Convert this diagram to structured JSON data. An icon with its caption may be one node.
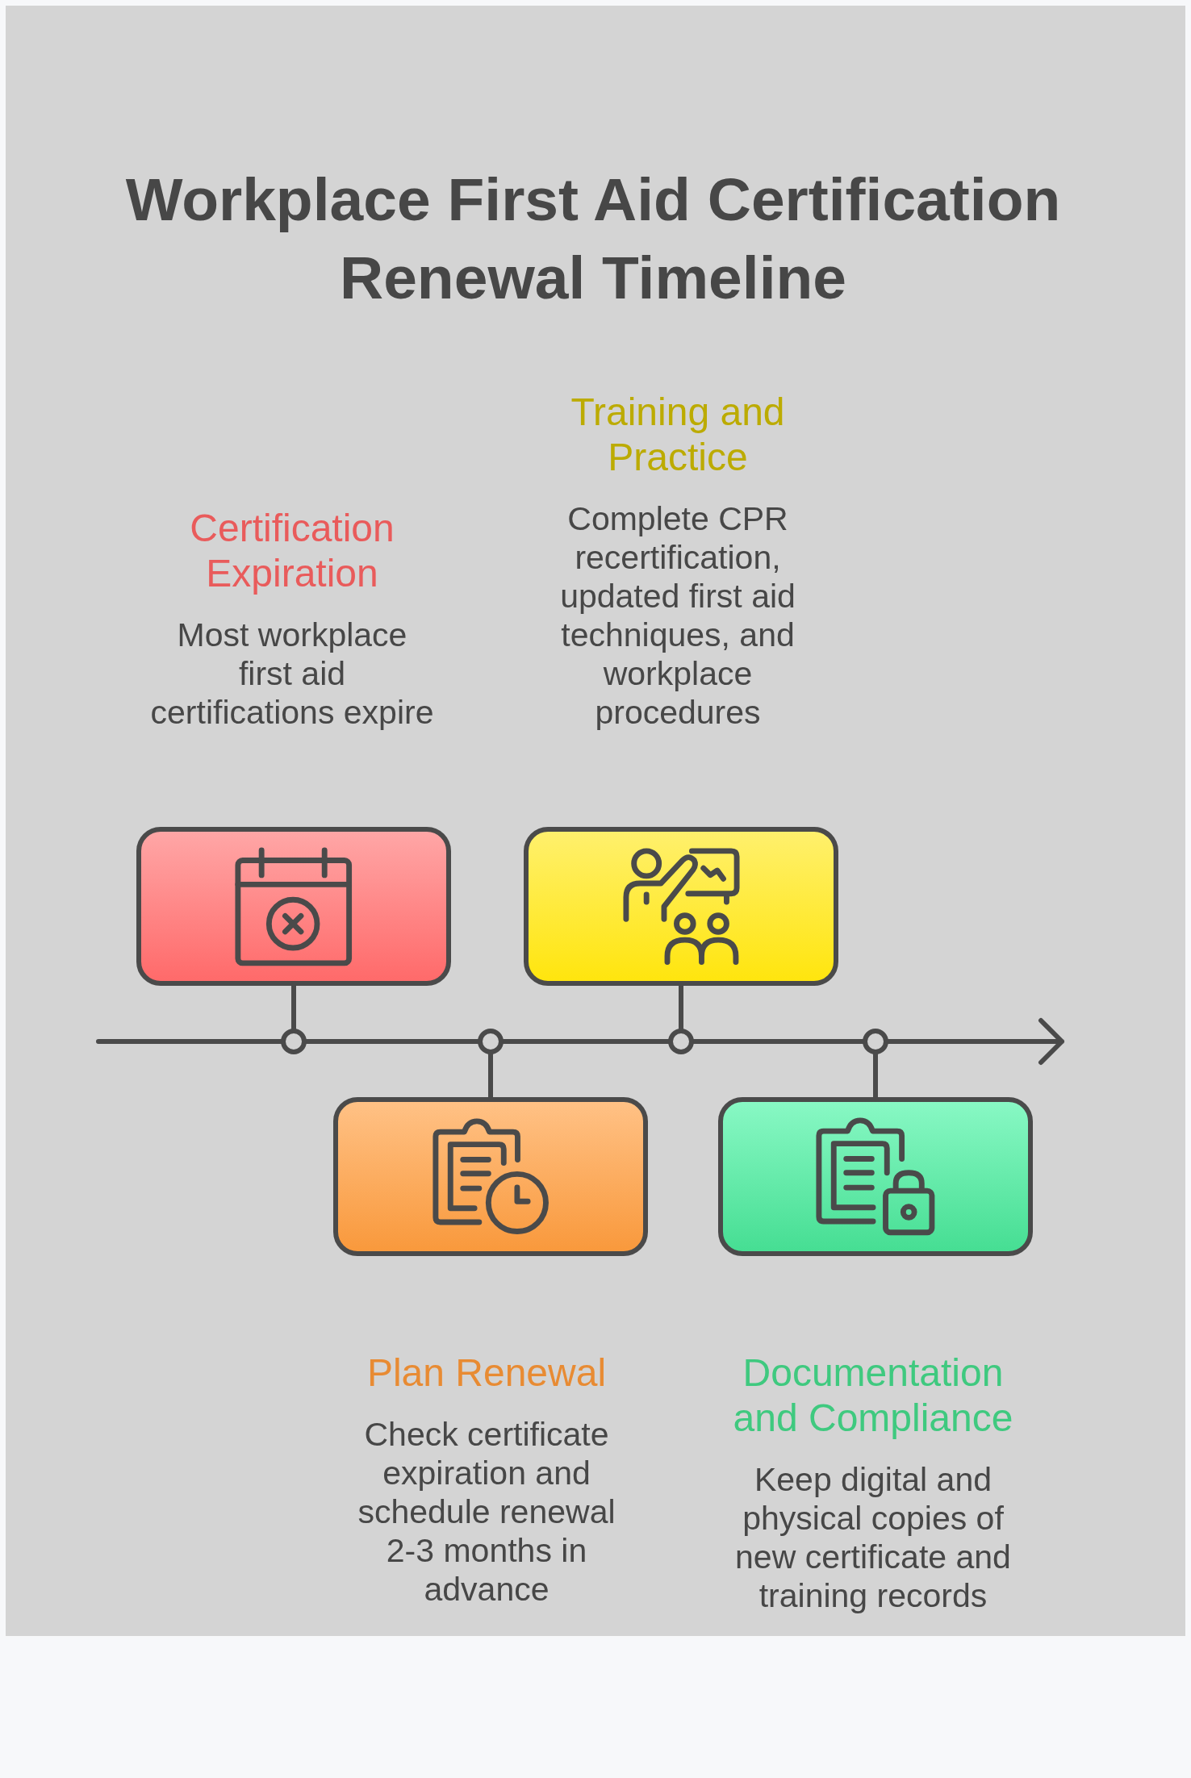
{
  "diagram": {
    "title": "Workplace First Aid Certification Renewal Timeline",
    "nodes": [
      {
        "text": [],
        "shape": "box",
        "beside": [
          "Certification Expiration",
          "Most workplace first aid certifications expire"
        ]
      },
      {
        "text": [],
        "shape": "box",
        "beside": [
          "Plan Renewal",
          "Check certificate expiration and schedule renewal 2-3 months in advance"
        ]
      },
      {
        "text": [],
        "shape": "box",
        "beside": [
          "Training and Practice",
          "Complete CPR recertification, updated first aid techniques, and workplace procedures"
        ]
      },
      {
        "text": [],
        "shape": "box",
        "beside": [
          "Documentation and Compliance",
          "Keep digital and physical copies of new certificate and training records"
        ]
      },
      {
        "text": [],
        "shape": "circle"
      },
      {
        "text": [],
        "shape": "circle"
      },
      {
        "text": [],
        "shape": "circle"
      },
      {
        "text": [],
        "shape": "circle"
      }
    ],
    "edges": [
      {
        "from": 0,
        "to": 4,
        "arrow": "none"
      },
      {
        "from": 1,
        "to": 5,
        "arrow": "none"
      },
      {
        "from": 2,
        "to": 6,
        "arrow": "none"
      },
      {
        "from": 3,
        "to": 7,
        "arrow": "none"
      }
    ]
  }
}
